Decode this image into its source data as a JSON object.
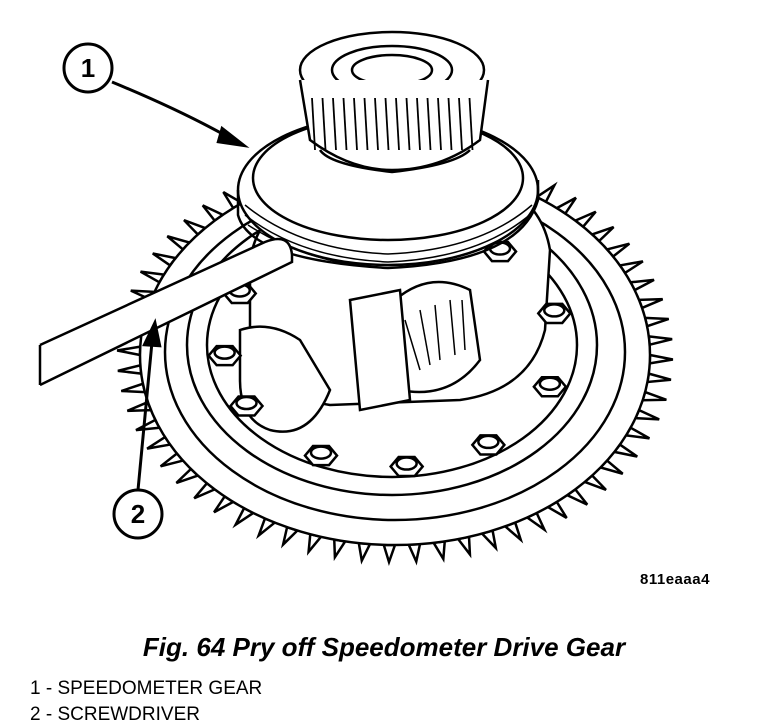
{
  "diagram": {
    "callouts": [
      {
        "number": "1",
        "target": "speedometer-gear"
      },
      {
        "number": "2",
        "target": "screwdriver"
      }
    ],
    "figure_code": "811eaaa4",
    "caption": "Fig. 64 Pry off Speedometer Drive Gear",
    "legend": [
      "1 - SPEEDOMETER GEAR",
      "2 - SCREWDRIVER"
    ]
  }
}
